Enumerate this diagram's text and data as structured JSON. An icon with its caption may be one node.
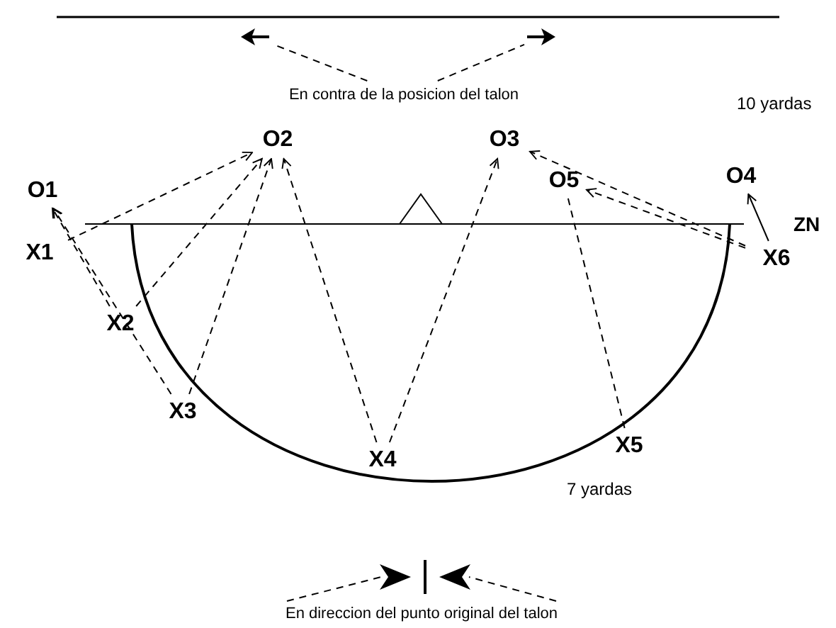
{
  "diagram": {
    "nodes": [
      {
        "text": [
          "O1"
        ]
      },
      {
        "text": [
          "O2"
        ]
      },
      {
        "text": [
          "O3"
        ]
      },
      {
        "text": [
          "O5"
        ]
      },
      {
        "text": [
          "O4"
        ]
      },
      {
        "text": [
          "X1"
        ]
      },
      {
        "text": [
          "X2"
        ]
      },
      {
        "text": [
          "X3"
        ]
      },
      {
        "text": [
          "X4"
        ]
      },
      {
        "text": [
          "X5"
        ]
      },
      {
        "text": [
          "X6"
        ]
      },
      {
        "text": [
          "En contra de la posicion del talon"
        ]
      },
      {
        "text": [],
        "shape": "arrow"
      },
      {
        "text": [],
        "shape": "arrow"
      },
      {
        "text": [
          "En direccion del punto original del talon"
        ]
      },
      {
        "text": [],
        "shape": "arrow"
      }
    ],
    "edges": [
      {
        "from": 5,
        "to": 1,
        "arrow": "to",
        "style": "dashed"
      },
      {
        "from": 6,
        "to": 0,
        "arrow": "to",
        "style": "dashed"
      },
      {
        "from": 7,
        "to": 0,
        "arrow": "to",
        "style": "dashed"
      },
      {
        "from": 6,
        "to": 1,
        "arrow": "to",
        "style": "dashed"
      },
      {
        "from": 7,
        "to": 1,
        "arrow": "to",
        "style": "dashed"
      },
      {
        "from": 8,
        "to": 1,
        "arrow": "to",
        "style": "dashed"
      },
      {
        "from": 8,
        "to": 2,
        "arrow": "to",
        "style": "dashed"
      },
      {
        "from": 9,
        "to": 3,
        "arrow": "none",
        "style": "dashed"
      },
      {
        "from": 10,
        "to": 2,
        "arrow": "to",
        "style": "dashed"
      },
      {
        "from": 10,
        "to": 3,
        "arrow": "to",
        "style": "dashed"
      },
      {
        "from": 10,
        "to": 4,
        "arrow": "to"
      },
      {
        "from": 11,
        "to": 12,
        "arrow": "none",
        "style": "dashed"
      },
      {
        "from": 11,
        "to": 13,
        "arrow": "none",
        "style": "dashed"
      },
      {
        "from": 14,
        "to": 15,
        "arrow": "none",
        "style": "dashed"
      },
      {
        "from": 14,
        "to": 15,
        "arrow": "none",
        "style": "dashed"
      }
    ],
    "labels": [
      "10 yardas",
      "ZN",
      "7 yardas"
    ]
  }
}
